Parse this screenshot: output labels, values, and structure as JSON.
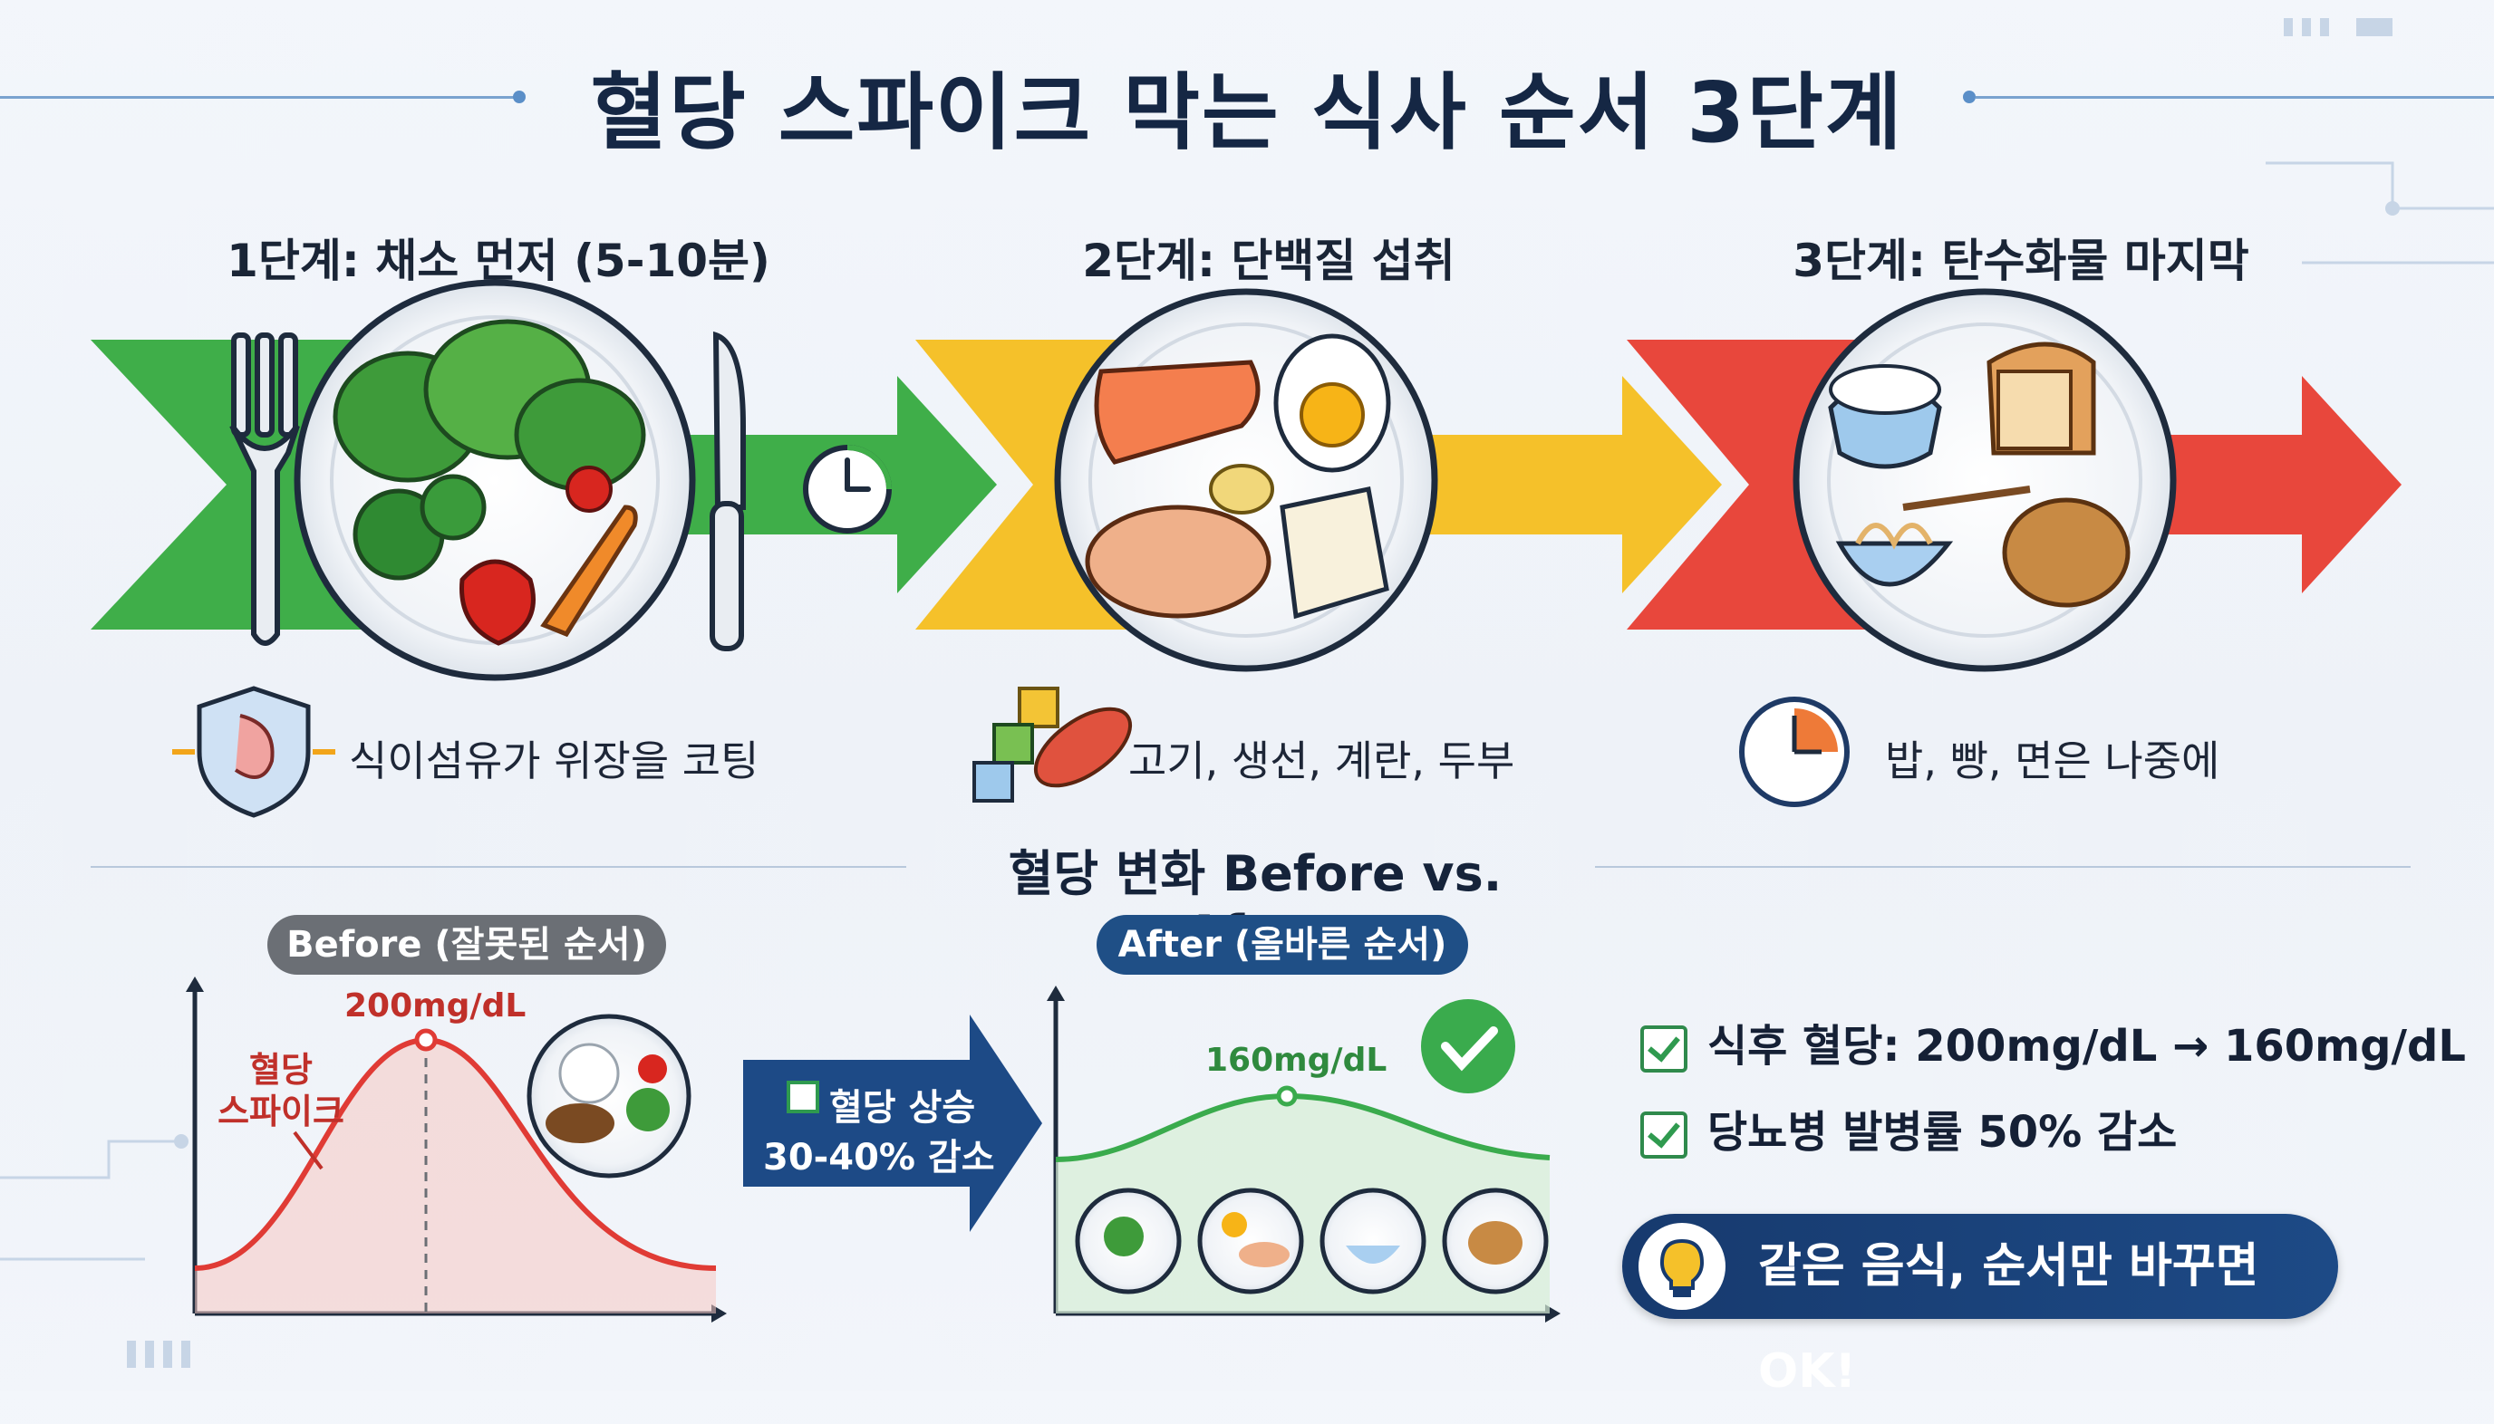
{
  "title": "혈당 스파이크 막는 식사 순서 3단계",
  "stages": [
    {
      "heading": "1단계: 채소 먼저 (5-10분)",
      "note": "식이섬유가 위장을 코팅",
      "color": "#3fae49"
    },
    {
      "heading": "2단계: 단백질 섭취",
      "note": "고기, 생선, 계란, 두부",
      "color": "#f5c12a"
    },
    {
      "heading": "3단계: 탄수화물 마지막",
      "note": "밥, 빵, 면은 나중에",
      "color": "#e8473c"
    }
  ],
  "comparison": {
    "heading": "혈당 변화 Before vs. After",
    "before": {
      "label": "Before (잘못된 순서)",
      "peak": "200mg/dL",
      "spike_label_1": "혈당",
      "spike_label_2": "스파이크",
      "color": "#e03b35"
    },
    "after": {
      "label": "After (올바른 순서)",
      "peak": "160mg/dL",
      "color": "#3aab4d"
    },
    "arrow_line1": "혈당 상승",
    "arrow_line2": "30-40% 감소"
  },
  "benefits": [
    "식후 혈당: 200mg/dL → 160mg/dL",
    "당뇨병 발병률 50% 감소"
  ],
  "banner": "같은 음식, 순서만 바꾸면 OK!",
  "colors": {
    "navy": "#173a6e",
    "before_pill": "#6b6f75",
    "after_pill": "#1f4f86"
  }
}
